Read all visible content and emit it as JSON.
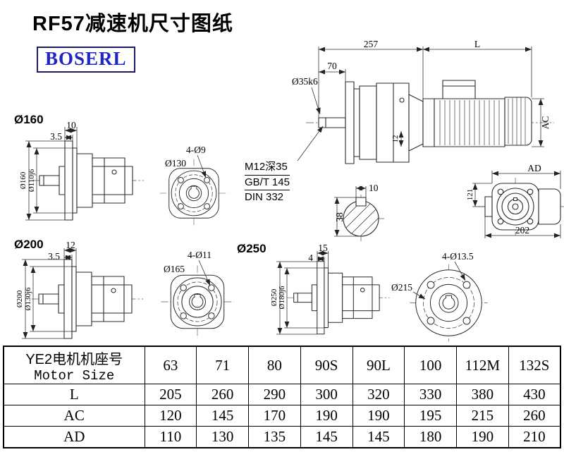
{
  "page": {
    "title": "RF57减速机尺寸图纸",
    "brand": "BOSERL"
  },
  "labels": {
    "group_160": "Ø160",
    "group_200": "Ø200",
    "group_250": "Ø250"
  },
  "main_view": {
    "dim_overall": "257",
    "dim_motor": "L",
    "dim_shaft_len": "70",
    "shaft_dia": "Ø35k6",
    "dim_height": "AC",
    "dim_key": "12",
    "tap_spec": "M12深35",
    "tap_std1": "GB/T 145",
    "tap_std2": "DIN 332"
  },
  "key_section": {
    "dim_width": "10",
    "dim_height": "38"
  },
  "ad_view": {
    "dim_width": "AD",
    "dim_offset": "121",
    "dim_total": "202"
  },
  "side_160": {
    "dim1": "10",
    "dim2": "3.5",
    "flange_dia": "Ø160",
    "pilot_dia": "Ø110j6"
  },
  "flange_130": {
    "holes": "4-Ø9",
    "bolt_circle": "Ø130"
  },
  "side_200": {
    "dim1": "12",
    "dim2": "3.5",
    "flange_dia": "Ø200",
    "pilot_dia": "Ø130j6"
  },
  "flange_165": {
    "holes": "4-Ø11",
    "bolt_circle": "Ø165"
  },
  "side_250": {
    "dim1": "15",
    "dim2": "4",
    "flange_dia": "Ø250",
    "pilot_dia": "Ø180j6"
  },
  "flange_215": {
    "holes": "4-Ø13.5",
    "bolt_circle": "Ø215"
  },
  "table": {
    "header_cn": "YE2电机机座号",
    "header_en": "Motor Size",
    "sizes": [
      "63",
      "71",
      "80",
      "90S",
      "90L",
      "100",
      "112M",
      "132S"
    ],
    "rows": [
      {
        "label": "L",
        "values": [
          "205",
          "260",
          "290",
          "300",
          "320",
          "330",
          "380",
          "430"
        ]
      },
      {
        "label": "AC",
        "values": [
          "120",
          "145",
          "170",
          "190",
          "190",
          "195",
          "215",
          "260"
        ]
      },
      {
        "label": "AD",
        "values": [
          "110",
          "130",
          "135",
          "145",
          "145",
          "180",
          "190",
          "210"
        ]
      }
    ]
  }
}
